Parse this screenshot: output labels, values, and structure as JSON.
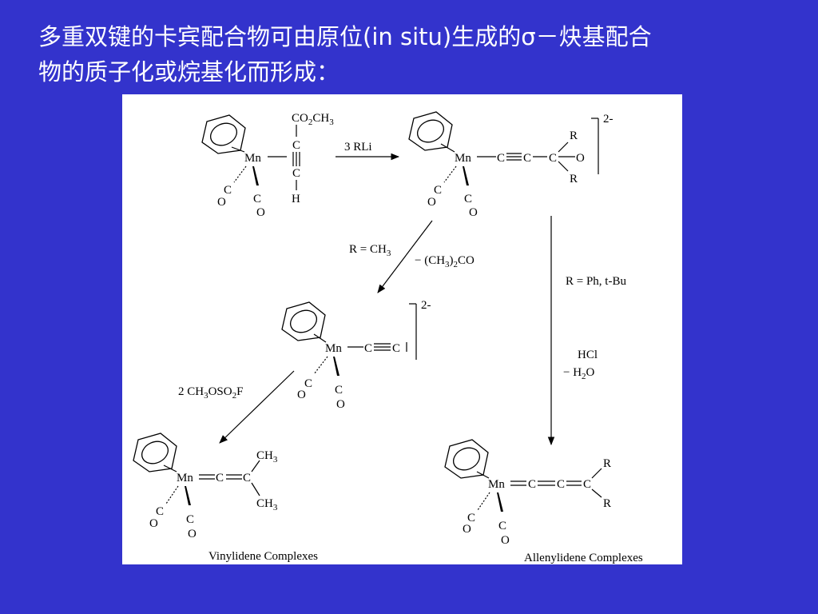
{
  "heading": {
    "line1": "多重双键的卡宾配合物可由原位(in situ)生成的σ－炔基配合",
    "line2": "物的质子化或烷基化而形成："
  },
  "diagram": {
    "complex_a": {
      "metal": "Mn",
      "top": "CO2CH3",
      "c1": "C",
      "c2": "C",
      "h": "H",
      "co_c": "C",
      "co_o": "O"
    },
    "step1_reagent": "3 RLi",
    "complex_b": {
      "metal": "Mn",
      "chain": [
        "C",
        "C",
        "C",
        "O"
      ],
      "r_top": "R",
      "r_bottom": "R",
      "charge": "2-",
      "co_c": "C",
      "co_o": "O"
    },
    "branch_left": {
      "condition": "R = CH3",
      "byproduct": "−  (CH3)2CO"
    },
    "branch_right": {
      "condition": "R = Ph, t-Bu",
      "reagent": "HCl",
      "byproduct": "− H2O"
    },
    "complex_c": {
      "metal": "Mn",
      "chain": [
        "C",
        "C"
      ],
      "charge": "2-",
      "co_c": "C",
      "co_o": "O"
    },
    "step3_reagent": "2 CH3OSO2F",
    "complex_d": {
      "metal": "Mn",
      "chain": [
        "C",
        "C"
      ],
      "ch3_top": "CH3",
      "ch3_bottom": "CH3",
      "co_c": "C",
      "co_o": "O",
      "label": "Vinylidene Complexes"
    },
    "complex_e": {
      "metal": "Mn",
      "chain": [
        "C",
        "C",
        "C"
      ],
      "r_top": "R",
      "r_bottom": "R",
      "co_c": "C",
      "co_o": "O",
      "label": "Allenylidene Complexes"
    }
  }
}
